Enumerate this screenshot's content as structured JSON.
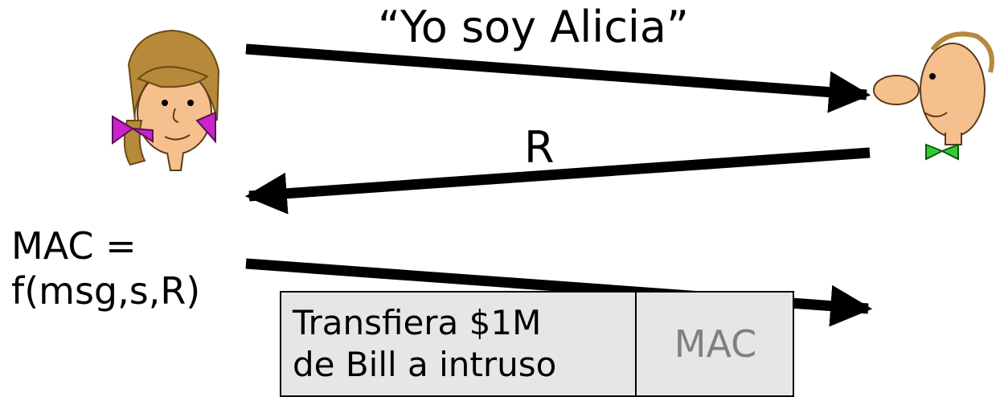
{
  "messages": {
    "claim": "“Yo soy Alicia”",
    "nonce": "R"
  },
  "alice": {
    "mac_line1": "MAC =",
    "mac_line2": "f(msg,s,R)"
  },
  "packet": {
    "payload_line1": "Transfiera $1M",
    "payload_line2": "de Bill a intruso",
    "mac_label": "MAC"
  },
  "colors": {
    "arrow": "#000000",
    "packet_fill": "#e6e6e6",
    "mac_text": "#808080",
    "alice_hair": "#b7893a",
    "alice_bow": "#cc22cc",
    "skin": "#f6c08e",
    "bob_tie": "#33cc33"
  },
  "icons": [
    "alice-figure-icon",
    "bob-figure-icon"
  ]
}
